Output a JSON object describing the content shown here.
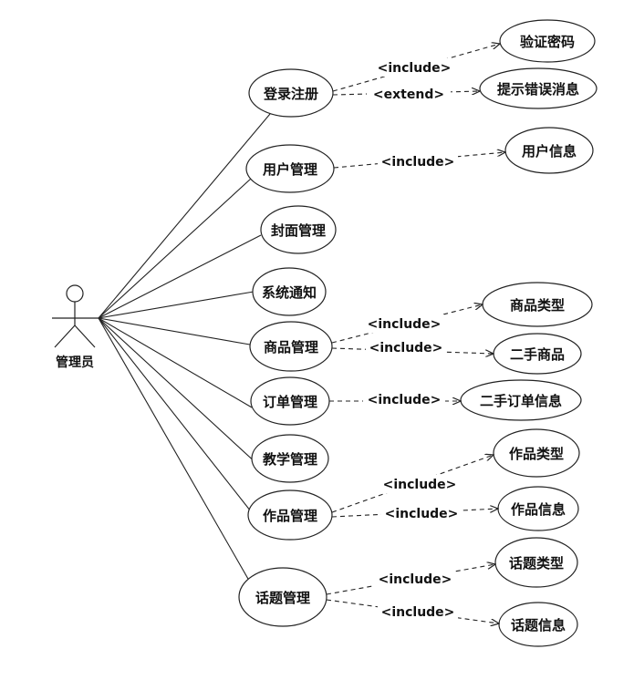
{
  "actor": {
    "label": "管理员"
  },
  "use_cases": [
    {
      "id": "login",
      "label": "登录注册"
    },
    {
      "id": "user",
      "label": "用户管理"
    },
    {
      "id": "cover",
      "label": "封面管理"
    },
    {
      "id": "notice",
      "label": "系统通知"
    },
    {
      "id": "goods",
      "label": "商品管理"
    },
    {
      "id": "order",
      "label": "订单管理"
    },
    {
      "id": "teach",
      "label": "教学管理"
    },
    {
      "id": "works",
      "label": "作品管理"
    },
    {
      "id": "topic",
      "label": "话题管理"
    }
  ],
  "sub_cases": [
    {
      "id": "verify",
      "label": "验证密码"
    },
    {
      "id": "error",
      "label": "提示错误消息"
    },
    {
      "id": "userinfo",
      "label": "用户信息"
    },
    {
      "id": "goodstype",
      "label": "商品类型"
    },
    {
      "id": "secondhand",
      "label": "二手商品"
    },
    {
      "id": "orderinfo",
      "label": "二手订单信息"
    },
    {
      "id": "workstype",
      "label": "作品类型"
    },
    {
      "id": "worksinfo",
      "label": "作品信息"
    },
    {
      "id": "topictype",
      "label": "话题类型"
    },
    {
      "id": "topicinfo",
      "label": "话题信息"
    }
  ],
  "relations": [
    {
      "from": "login",
      "to": "verify",
      "label": "<include>"
    },
    {
      "from": "login",
      "to": "error",
      "label": "<extend>"
    },
    {
      "from": "user",
      "to": "userinfo",
      "label": "<include>"
    },
    {
      "from": "goods",
      "to": "goodstype",
      "label": "<include>"
    },
    {
      "from": "goods",
      "to": "secondhand",
      "label": "<include>"
    },
    {
      "from": "order",
      "to": "orderinfo",
      "label": "<include>"
    },
    {
      "from": "works",
      "to": "workstype",
      "label": "<include>"
    },
    {
      "from": "works",
      "to": "worksinfo",
      "label": "<include>"
    },
    {
      "from": "topic",
      "to": "topictype",
      "label": "<include>"
    },
    {
      "from": "topic",
      "to": "topicinfo",
      "label": "<include>"
    }
  ]
}
